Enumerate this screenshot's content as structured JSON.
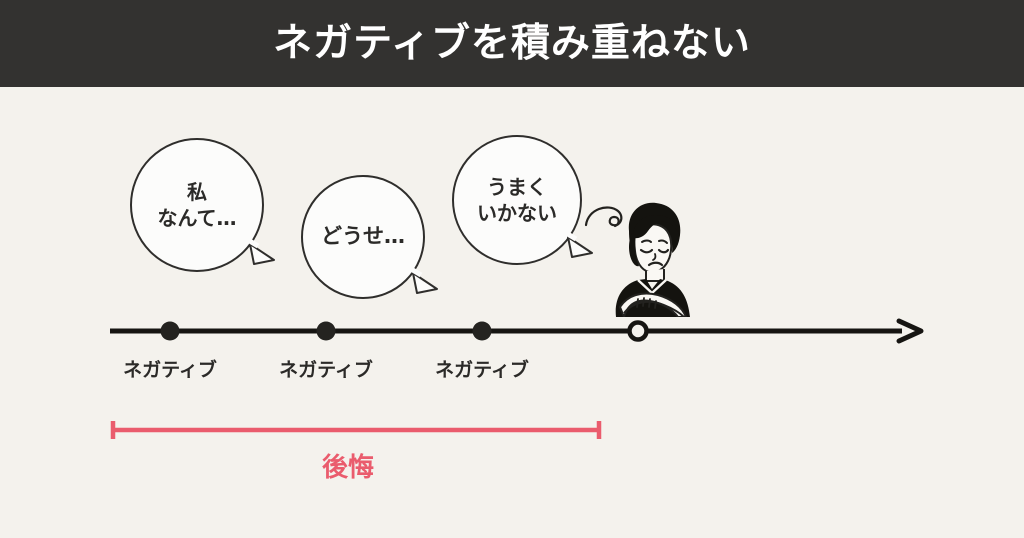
{
  "header": {
    "title": "ネガティブを積み重ねない"
  },
  "colors": {
    "background": "#f4f2ed",
    "header_bar": "#333230",
    "ink": "#2b2a28",
    "accent_red": "#ea5c6d",
    "bubble_fill": "#fcfcfb"
  },
  "bubbles": [
    {
      "id": "bubble-1",
      "text": "私\nなんて…"
    },
    {
      "id": "bubble-2",
      "text": "どうせ…"
    },
    {
      "id": "bubble-3",
      "text": "うまく\nいかない"
    }
  ],
  "character": {
    "name": "sad-person-arms-crossed",
    "description": "うつむいた人物・腕組み・ため息マーク"
  },
  "timeline": {
    "arrow_direction": "right",
    "points": [
      {
        "label": "ネガティブ",
        "marker": "filled"
      },
      {
        "label": "ネガティブ",
        "marker": "filled"
      },
      {
        "label": "ネガティブ",
        "marker": "filled"
      },
      {
        "label": "",
        "marker": "hollow"
      }
    ]
  },
  "bracket": {
    "label": "後悔",
    "color": "#ea5c6d"
  }
}
